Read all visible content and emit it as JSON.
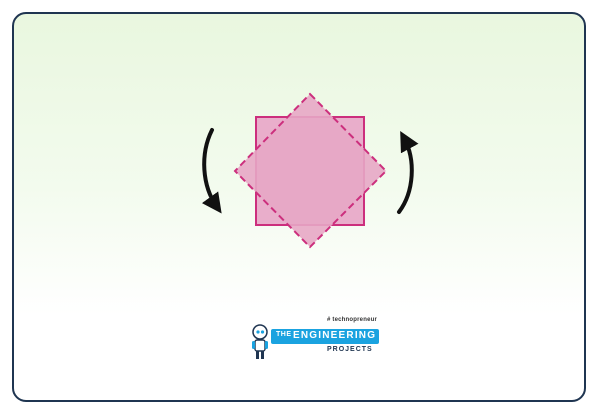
{
  "diagram": {
    "description_shapes": [
      "square",
      "rotated-square-dashed",
      "arrow-clockwise-left",
      "arrow-counterclockwise-right"
    ],
    "colors": {
      "frame_border": "#1f3551",
      "square_stroke": "#cc2f7d",
      "square_fill": "#e7a8c6",
      "arrow": "#111111",
      "logo_blue": "#1aa3e0"
    }
  },
  "logo": {
    "tagline": "# technopreneur",
    "the": "THE",
    "engineering": "ENGINEERING",
    "projects": "PROJECTS",
    "icon": "robot-icon"
  }
}
